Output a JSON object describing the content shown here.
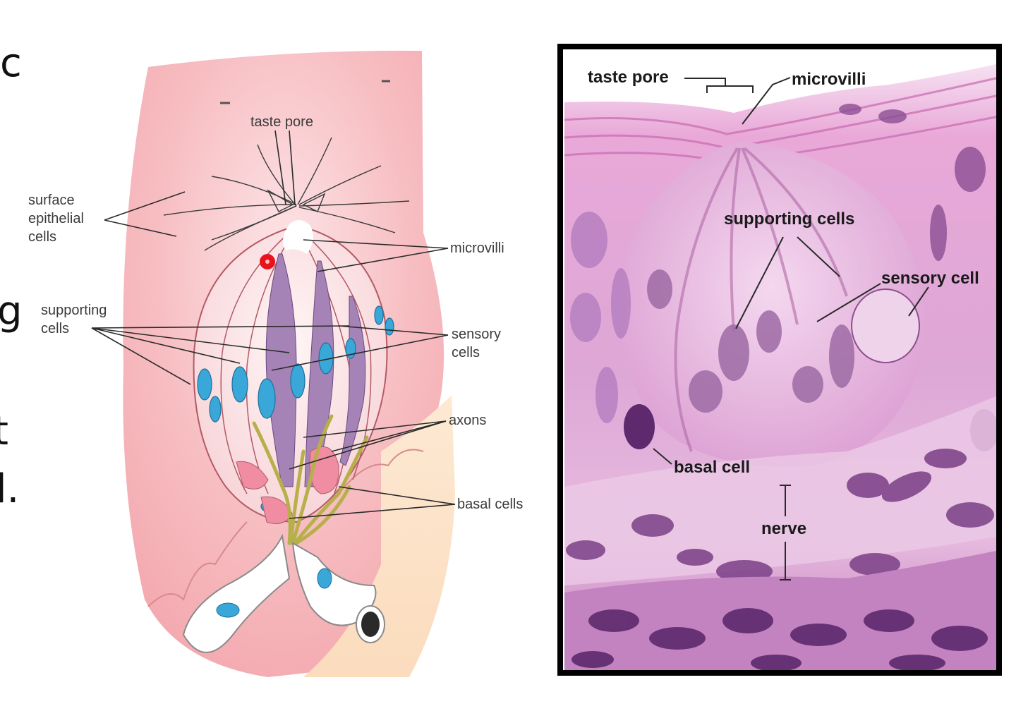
{
  "slide_fragments": [
    "c",
    "g",
    "t",
    "l."
  ],
  "left_diagram": {
    "labels": {
      "taste_pore": "taste pore",
      "surface_epithelial": [
        "surface",
        "epithelial",
        "cells"
      ],
      "microvilli": "microvilli",
      "supporting_cells": [
        "supporting",
        "cells"
      ],
      "sensory_cells": [
        "sensory",
        "cells"
      ],
      "axons": "axons",
      "basal_cells": "basal cells"
    }
  },
  "right_micrograph": {
    "labels": {
      "taste_pore": "taste pore",
      "microvilli": "microvilli",
      "supporting_cells": "supporting cells",
      "sensory_cell": "sensory cell",
      "basal_cell": "basal cell",
      "nerve": "nerve"
    }
  },
  "colors": {
    "epithelium_pink": "#f6b9bd",
    "connective_peach": "#fbe3c6",
    "nucleus_blue": "#3aa7d9",
    "cell_purple": "#a583b6",
    "axon_olive": "#b7b04a",
    "cursor_red": "#e8141c",
    "stain_pink": "#d98bc6",
    "stain_purple": "#7a3f86"
  }
}
